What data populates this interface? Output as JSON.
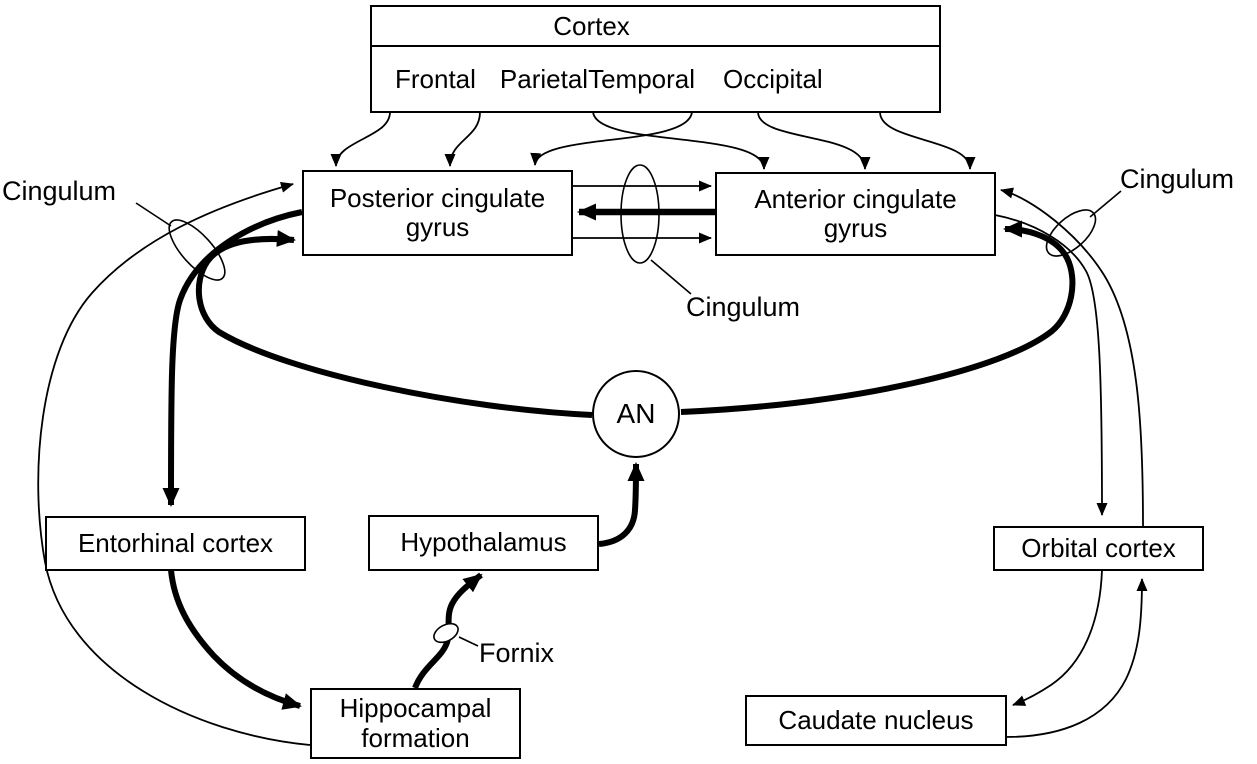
{
  "canvas": {
    "background": "#ffffff",
    "line_color": "#000000"
  },
  "cortex_box": {
    "title": "Cortex",
    "lobes": [
      "Frontal",
      "Parietal",
      "Temporal",
      "Occipital"
    ]
  },
  "nodes": {
    "posterior_cingulate": {
      "label": "Posterior cingulate gyrus"
    },
    "anterior_cingulate": {
      "label": "Anterior cingulate gyrus"
    },
    "an": {
      "label": "AN"
    },
    "entorhinal": {
      "label": "Entorhinal cortex"
    },
    "hypothalamus": {
      "label": "Hypothalamus"
    },
    "orbital": {
      "label": "Orbital cortex"
    },
    "hippocampal": {
      "label": "Hippocampal formation"
    },
    "caudate": {
      "label": "Caudate nucleus"
    }
  },
  "annotations": {
    "cingulum_left": "Cingulum",
    "cingulum_center": "Cingulum",
    "cingulum_right": "Cingulum",
    "fornix": "Fornix"
  },
  "connections": [
    {
      "from": "Cortex",
      "to": "Posterior cingulate gyrus",
      "count": 3,
      "style": "thin"
    },
    {
      "from": "Cortex",
      "to": "Anterior cingulate gyrus",
      "count": 3,
      "style": "thin"
    },
    {
      "from": "Posterior cingulate gyrus",
      "to": "Anterior cingulate gyrus",
      "count": 2,
      "style": "thin",
      "via": "Cingulum"
    },
    {
      "from": "Anterior cingulate gyrus",
      "to": "Posterior cingulate gyrus",
      "count": 1,
      "style": "thick",
      "via": "Cingulum"
    },
    {
      "from": "AN",
      "to": "Posterior cingulate gyrus",
      "style": "thick",
      "via": "Cingulum"
    },
    {
      "from": "AN",
      "to": "Anterior cingulate gyrus",
      "style": "thick",
      "via": "Cingulum"
    },
    {
      "from": "Posterior cingulate gyrus",
      "to": "Entorhinal cortex",
      "style": "thick",
      "via": "Cingulum"
    },
    {
      "from": "Entorhinal cortex",
      "to": "Hippocampal formation",
      "style": "thick"
    },
    {
      "from": "Hippocampal formation",
      "to": "Posterior cingulate gyrus",
      "style": "thin",
      "via": "Cingulum"
    },
    {
      "from": "Hippocampal formation",
      "to": "Hypothalamus",
      "style": "thick",
      "via": "Fornix"
    },
    {
      "from": "Hypothalamus",
      "to": "AN",
      "style": "thick"
    },
    {
      "from": "Anterior cingulate gyrus",
      "to": "Orbital cortex",
      "style": "thin",
      "via": "Cingulum"
    },
    {
      "from": "Orbital cortex",
      "to": "Anterior cingulate gyrus",
      "style": "thin",
      "via": "Cingulum"
    },
    {
      "from": "Orbital cortex",
      "to": "Caudate nucleus",
      "style": "thin"
    },
    {
      "from": "Caudate nucleus",
      "to": "Orbital cortex",
      "style": "thin"
    }
  ]
}
